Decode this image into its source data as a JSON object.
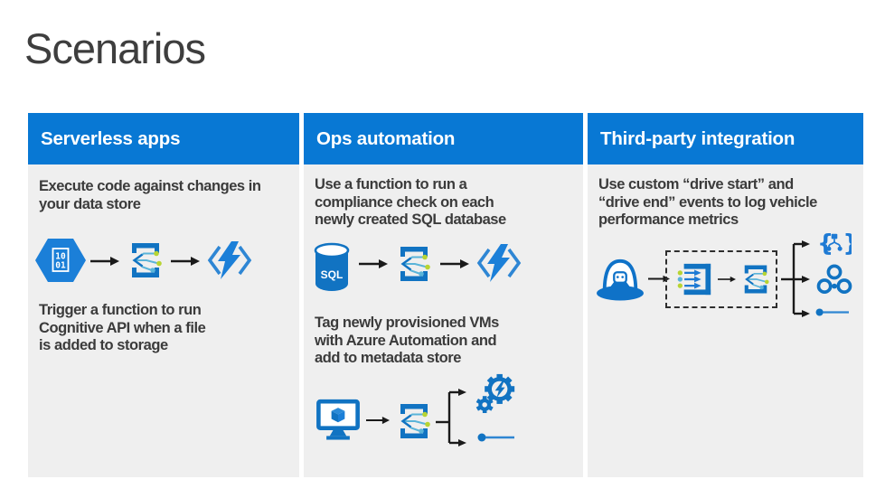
{
  "slide": {
    "title": "Scenarios"
  },
  "colors": {
    "header_blue": "#0878d4",
    "panel_gray": "#efefef",
    "icon_blue_dark": "#1173c2",
    "icon_blue": "#1b7fd8",
    "icon_light_blue": "#5ab4d9",
    "icon_green": "#b8d432",
    "arrow_black": "#1a1a1a",
    "text_dark": "#3b3b3b"
  },
  "columns": [
    {
      "header": "Serverless apps",
      "sections": [
        {
          "text": "Execute code against changes in\nyour data store"
        },
        {
          "text": "Trigger a function to run\nCognitive API when a file\nis added to storage"
        }
      ],
      "flows": [
        [
          "binary-data-file",
          "arrow",
          "event-grid",
          "arrow",
          "azure-functions"
        ]
      ]
    },
    {
      "header": "Ops automation",
      "sections": [
        {
          "text": "Use a function to run a\ncompliance check on each\nnewly created SQL database"
        },
        {
          "text": "Tag newly provisioned VMs\nwith Azure Automation and\nadd to metadata store"
        }
      ],
      "flows": [
        [
          "sql-database",
          "arrow",
          "event-grid",
          "arrow",
          "azure-functions"
        ],
        [
          "virtual-machine",
          "arrow",
          "event-grid",
          "branch-2",
          "azure-automation",
          "endpoint-line"
        ]
      ]
    },
    {
      "header": "Third-party integration",
      "sections": [
        {
          "text": "Use custom “drive start” and\n“drive end” events to log vehicle\nperformance metrics"
        }
      ],
      "flows": [
        [
          "connected-car",
          "arrow",
          "event-hubs",
          "arrow",
          "event-grid",
          "branch-3",
          "custom-topic",
          "webhook",
          "endpoint-line"
        ]
      ]
    }
  ],
  "icon_labels": {
    "sql": "SQL",
    "binary_line1": "10",
    "binary_line2": "01",
    "brace_left": "{",
    "brace_right": "}"
  }
}
